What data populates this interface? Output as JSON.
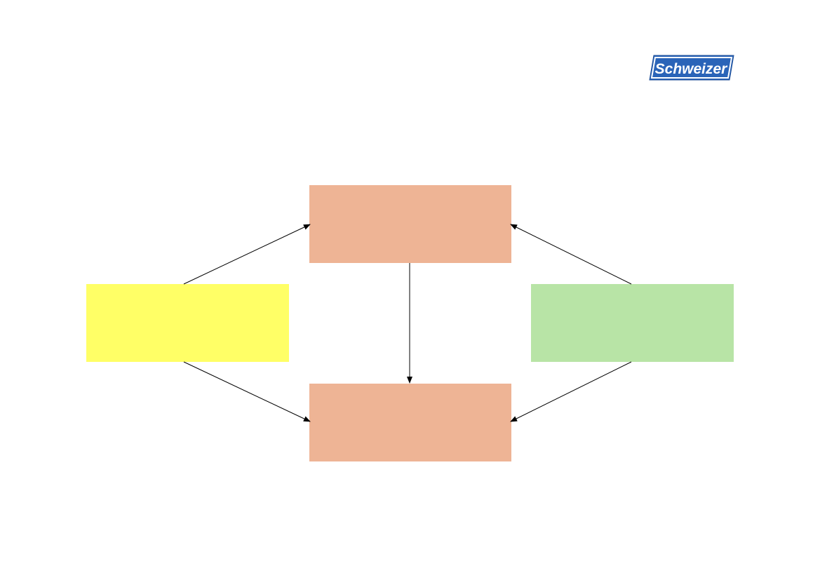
{
  "logo": {
    "text": "Schweizer",
    "colors": {
      "primary": "#2a64b8",
      "border": "#1f4e96",
      "text": "#ffffff"
    }
  },
  "diagram": {
    "nodes": [
      {
        "id": "top-center",
        "label": "",
        "color": "#eeb495"
      },
      {
        "id": "left",
        "label": "",
        "color": "#ffff66"
      },
      {
        "id": "right",
        "label": "",
        "color": "#b8e4a6"
      },
      {
        "id": "bottom-center",
        "label": "",
        "color": "#eeb495"
      }
    ],
    "edges": [
      {
        "from": "left",
        "to": "top-center"
      },
      {
        "from": "left",
        "to": "bottom-center"
      },
      {
        "from": "right",
        "to": "top-center"
      },
      {
        "from": "right",
        "to": "bottom-center"
      },
      {
        "from": "top-center",
        "to": "bottom-center"
      }
    ],
    "edge_color": "#000000"
  }
}
